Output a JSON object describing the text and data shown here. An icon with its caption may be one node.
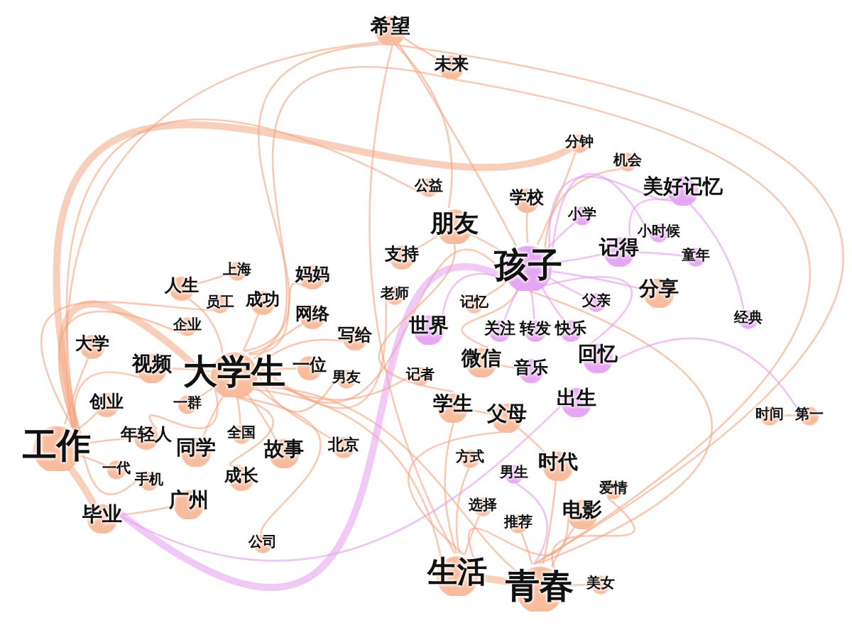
{
  "diagram": {
    "nodes": [
      {
        "text": [
          "希望"
        ]
      },
      {
        "text": [
          "未来"
        ]
      },
      {
        "text": [
          "分钟"
        ]
      },
      {
        "text": [
          "机会"
        ]
      },
      {
        "text": [
          "公益"
        ]
      },
      {
        "text": [
          "学校"
        ]
      },
      {
        "text": [
          "美好记忆"
        ]
      },
      {
        "text": [
          "小学"
        ]
      },
      {
        "text": [
          "朋友"
        ]
      },
      {
        "text": [
          "小时候"
        ]
      },
      {
        "text": [
          "记得"
        ]
      },
      {
        "text": [
          "童年"
        ]
      },
      {
        "text": [
          "孩子"
        ]
      },
      {
        "text": [
          "分享"
        ]
      },
      {
        "text": [
          "支持"
        ]
      },
      {
        "text": [
          "妈妈"
        ]
      },
      {
        "text": [
          "上海"
        ]
      },
      {
        "text": [
          "人生"
        ]
      },
      {
        "text": [
          "员工"
        ]
      },
      {
        "text": [
          "成功"
        ]
      },
      {
        "text": [
          "老师"
        ]
      },
      {
        "text": [
          "网络"
        ]
      },
      {
        "text": [
          "企业"
        ]
      },
      {
        "text": [
          "记忆"
        ]
      },
      {
        "text": [
          "父亲"
        ]
      },
      {
        "text": [
          "经典"
        ]
      },
      {
        "text": [
          "写给"
        ]
      },
      {
        "text": [
          "世界"
        ]
      },
      {
        "text": [
          "关注"
        ]
      },
      {
        "text": [
          "转发"
        ]
      },
      {
        "text": [
          "快乐"
        ]
      },
      {
        "text": [
          "大学"
        ]
      },
      {
        "text": [
          "视频"
        ]
      },
      {
        "text": [
          "大学生"
        ]
      },
      {
        "text": [
          "一位"
        ]
      },
      {
        "text": [
          "男友"
        ]
      },
      {
        "text": [
          "记者"
        ]
      },
      {
        "text": [
          "微信"
        ]
      },
      {
        "text": [
          "音乐"
        ]
      },
      {
        "text": [
          "回忆"
        ]
      },
      {
        "text": [
          "创业"
        ]
      },
      {
        "text": [
          "一群"
        ]
      },
      {
        "text": [
          "学生"
        ]
      },
      {
        "text": [
          "父母"
        ]
      },
      {
        "text": [
          "出生"
        ]
      },
      {
        "text": [
          "时间"
        ]
      },
      {
        "text": [
          "第一"
        ]
      },
      {
        "text": [
          "工作"
        ]
      },
      {
        "text": [
          "年轻人"
        ]
      },
      {
        "text": [
          "全国"
        ]
      },
      {
        "text": [
          "同学"
        ]
      },
      {
        "text": [
          "故事"
        ]
      },
      {
        "text": [
          "北京"
        ]
      },
      {
        "text": [
          "一代"
        ]
      },
      {
        "text": [
          "手机"
        ]
      },
      {
        "text": [
          "成长"
        ]
      },
      {
        "text": [
          "方式"
        ]
      },
      {
        "text": [
          "男生"
        ]
      },
      {
        "text": [
          "时代"
        ]
      },
      {
        "text": [
          "爱情"
        ]
      },
      {
        "text": [
          "广州"
        ]
      },
      {
        "text": [
          "毕业"
        ]
      },
      {
        "text": [
          "选择"
        ]
      },
      {
        "text": [
          "推荐"
        ]
      },
      {
        "text": [
          "电影"
        ]
      },
      {
        "text": [
          "公司"
        ]
      },
      {
        "text": [
          "生活"
        ]
      },
      {
        "text": [
          "青春"
        ]
      },
      {
        "text": [
          "美女"
        ]
      }
    ],
    "edges": [
      {
        "from": 0,
        "to": 47,
        "arrow": "none"
      },
      {
        "from": 0,
        "to": 33,
        "arrow": "none"
      },
      {
        "from": 0,
        "to": 66,
        "arrow": "none"
      },
      {
        "from": 0,
        "to": 67,
        "arrow": "none"
      },
      {
        "from": 0,
        "to": 12,
        "arrow": "none"
      },
      {
        "from": 0,
        "to": 1,
        "arrow": "none"
      },
      {
        "from": 0,
        "to": 8,
        "arrow": "none"
      },
      {
        "from": 1,
        "to": 67,
        "arrow": "none"
      },
      {
        "from": 1,
        "to": 33,
        "arrow": "none"
      },
      {
        "from": 2,
        "to": 47,
        "arrow": "none",
        "style": "thick"
      },
      {
        "from": 2,
        "to": 12,
        "arrow": "none"
      },
      {
        "from": 3,
        "to": 12,
        "arrow": "none"
      },
      {
        "from": 33,
        "to": 47,
        "arrow": "none",
        "style": "thick"
      },
      {
        "from": 33,
        "to": 67,
        "arrow": "none"
      },
      {
        "from": 33,
        "to": 66,
        "arrow": "none"
      },
      {
        "from": 33,
        "to": 12,
        "arrow": "none"
      },
      {
        "from": 47,
        "to": 61,
        "arrow": "none",
        "style": "thick"
      },
      {
        "from": 47,
        "to": 40,
        "arrow": "none"
      },
      {
        "from": 47,
        "to": 31,
        "arrow": "none"
      },
      {
        "from": 47,
        "to": 32,
        "arrow": "none"
      },
      {
        "from": 47,
        "to": 48,
        "arrow": "none"
      },
      {
        "from": 61,
        "to": 60,
        "arrow": "none"
      },
      {
        "from": 61,
        "to": 12,
        "arrow": "none",
        "style": "thick",
        "color": "#e59cf0"
      },
      {
        "from": 61,
        "to": 44,
        "arrow": "none",
        "color": "#e59cf0"
      },
      {
        "from": 66,
        "to": 67,
        "arrow": "none",
        "style": "thick"
      },
      {
        "from": 67,
        "to": 12,
        "arrow": "none"
      },
      {
        "from": 67,
        "to": 64,
        "arrow": "none"
      },
      {
        "from": 67,
        "to": 58,
        "arrow": "none"
      },
      {
        "from": 67,
        "to": 68,
        "arrow": "none"
      },
      {
        "from": 67,
        "to": 59,
        "arrow": "none"
      },
      {
        "from": 66,
        "to": 42,
        "arrow": "none"
      },
      {
        "from": 66,
        "to": 43,
        "arrow": "none"
      },
      {
        "from": 8,
        "to": 12,
        "arrow": "none"
      },
      {
        "from": 8,
        "to": 42,
        "arrow": "none"
      },
      {
        "from": 12,
        "to": 6,
        "arrow": "none",
        "color": "#e59cf0"
      },
      {
        "from": 12,
        "to": 10,
        "arrow": "none",
        "color": "#e59cf0"
      },
      {
        "from": 12,
        "to": 7,
        "arrow": "none",
        "color": "#e59cf0"
      },
      {
        "from": 12,
        "to": 9,
        "arrow": "none",
        "color": "#e59cf0"
      },
      {
        "from": 12,
        "to": 13,
        "arrow": "none",
        "color": "#e59cf0"
      },
      {
        "from": 12,
        "to": 39,
        "arrow": "none",
        "color": "#e59cf0"
      },
      {
        "from": 12,
        "to": 27,
        "arrow": "none",
        "color": "#e59cf0"
      },
      {
        "from": 12,
        "to": 37,
        "arrow": "none"
      },
      {
        "from": 6,
        "to": 25,
        "arrow": "none",
        "color": "#e59cf0"
      },
      {
        "from": 6,
        "to": 10,
        "arrow": "none",
        "color": "#e59cf0"
      },
      {
        "from": 10,
        "to": 11,
        "arrow": "none",
        "color": "#e59cf0"
      },
      {
        "from": 39,
        "to": 46,
        "arrow": "none",
        "color": "#e59cf0"
      },
      {
        "from": 45,
        "to": 46,
        "arrow": "none"
      },
      {
        "from": 33,
        "to": 32,
        "arrow": "none"
      },
      {
        "from": 33,
        "to": 34,
        "arrow": "none"
      },
      {
        "from": 33,
        "to": 50,
        "arrow": "none"
      },
      {
        "from": 33,
        "to": 51,
        "arrow": "none"
      },
      {
        "from": 33,
        "to": 19,
        "arrow": "none"
      },
      {
        "from": 33,
        "to": 21,
        "arrow": "none"
      },
      {
        "from": 33,
        "to": 15,
        "arrow": "none"
      },
      {
        "from": 33,
        "to": 55,
        "arrow": "none"
      },
      {
        "from": 33,
        "to": 65,
        "arrow": "none"
      },
      {
        "from": 33,
        "to": 41,
        "arrow": "none"
      },
      {
        "from": 33,
        "to": 48,
        "arrow": "none"
      },
      {
        "from": 42,
        "to": 43,
        "arrow": "none"
      },
      {
        "from": 37,
        "to": 38,
        "arrow": "none"
      },
      {
        "from": 43,
        "to": 58,
        "arrow": "none"
      },
      {
        "from": 5,
        "to": 12,
        "arrow": "none"
      },
      {
        "from": 4,
        "to": 47,
        "arrow": "none"
      },
      {
        "from": 14,
        "to": 8,
        "arrow": "none"
      },
      {
        "from": 20,
        "to": 33,
        "arrow": "none"
      },
      {
        "from": 17,
        "to": 33,
        "arrow": "none"
      },
      {
        "from": 16,
        "to": 17,
        "arrow": "none"
      },
      {
        "from": 18,
        "to": 47,
        "arrow": "none"
      },
      {
        "from": 22,
        "to": 47,
        "arrow": "none"
      },
      {
        "from": 23,
        "to": 12,
        "arrow": "none"
      },
      {
        "from": 24,
        "to": 12,
        "arrow": "none",
        "color": "#e59cf0"
      },
      {
        "from": 26,
        "to": 33,
        "arrow": "none"
      },
      {
        "from": 28,
        "to": 12,
        "arrow": "none",
        "color": "#e59cf0"
      },
      {
        "from": 29,
        "to": 12,
        "arrow": "none",
        "color": "#e59cf0"
      },
      {
        "from": 30,
        "to": 12,
        "arrow": "none",
        "color": "#e59cf0"
      },
      {
        "from": 35,
        "to": 33,
        "arrow": "none"
      },
      {
        "from": 36,
        "to": 33,
        "arrow": "none"
      },
      {
        "from": 49,
        "to": 33,
        "arrow": "none"
      },
      {
        "from": 52,
        "to": 33,
        "arrow": "none"
      },
      {
        "from": 53,
        "to": 47,
        "arrow": "none"
      },
      {
        "from": 54,
        "to": 47,
        "arrow": "none"
      },
      {
        "from": 56,
        "to": 66,
        "arrow": "none"
      },
      {
        "from": 57,
        "to": 67,
        "arrow": "none",
        "color": "#e59cf0"
      },
      {
        "from": 62,
        "to": 66,
        "arrow": "none"
      },
      {
        "from": 63,
        "to": 67,
        "arrow": "none"
      },
      {
        "from": 64,
        "to": 66,
        "arrow": "none"
      }
    ]
  }
}
